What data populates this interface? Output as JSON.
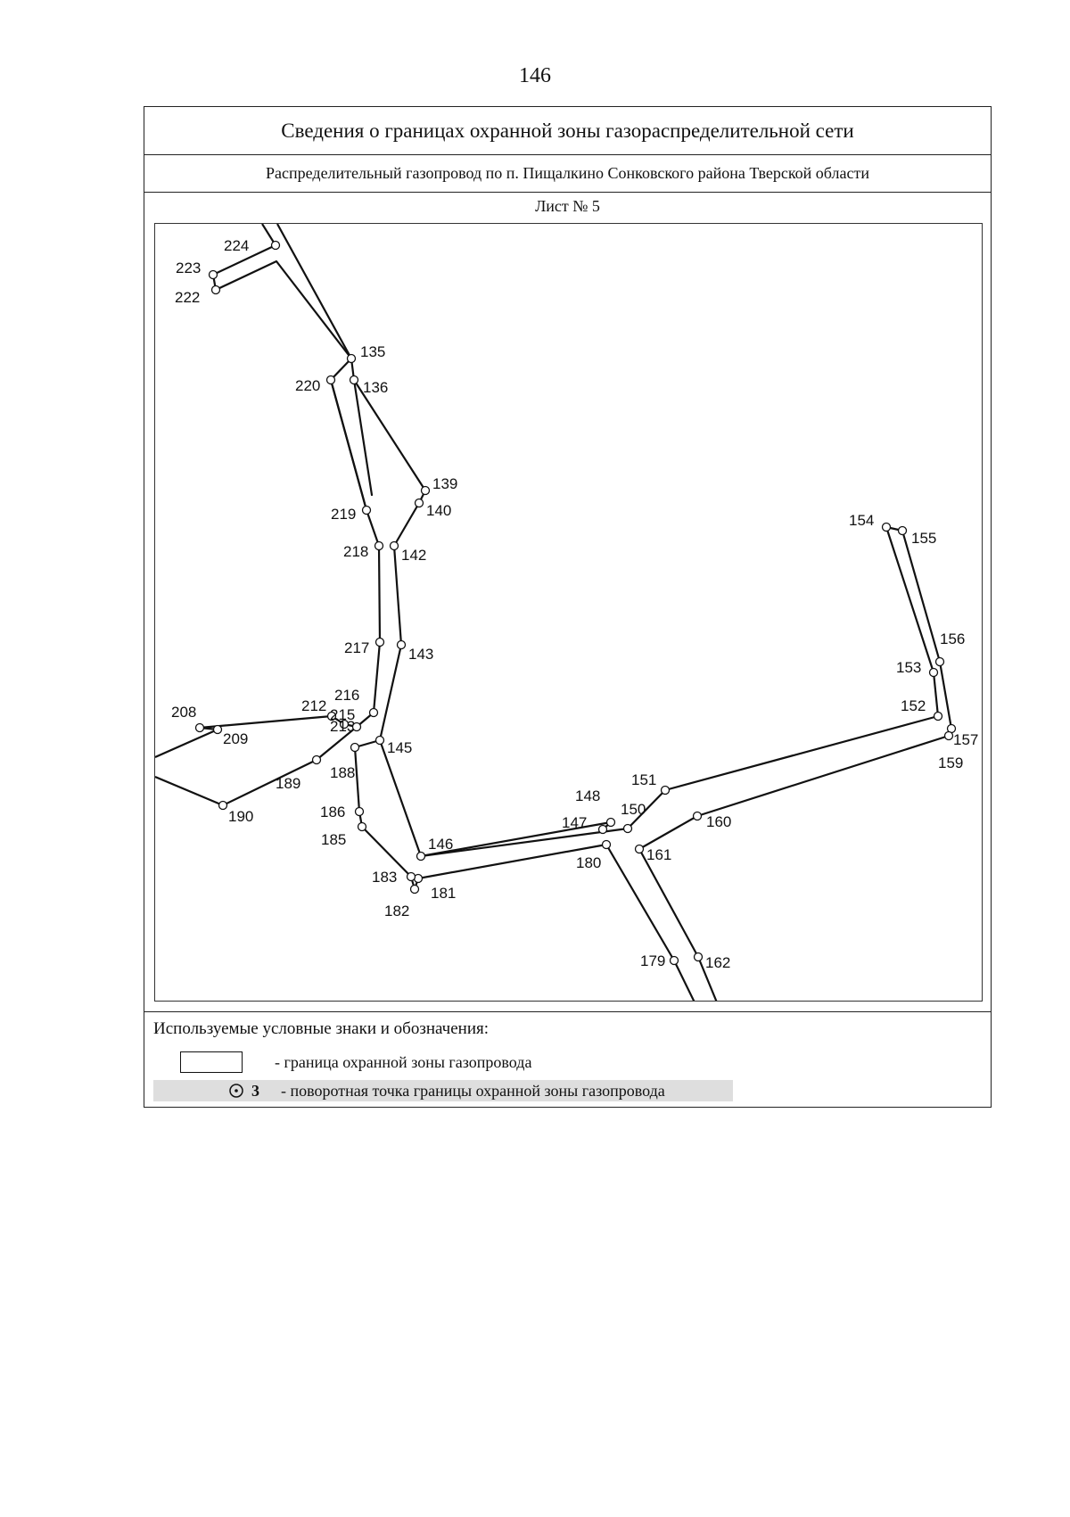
{
  "page": {
    "number": "146"
  },
  "header": {
    "title": "Сведения о границах охранной зоны газораспределительной сети",
    "subtitle": "Распределительный газопровод по п. Пищалкино Сонковского района Тверской области",
    "sheet": "Лист № 5"
  },
  "map": {
    "line_color": "#111111",
    "points": [
      {
        "id": "135",
        "label": "135"
      },
      {
        "id": "136",
        "label": "136"
      },
      {
        "id": "139",
        "label": "139"
      },
      {
        "id": "140",
        "label": "140"
      },
      {
        "id": "142",
        "label": "142"
      },
      {
        "id": "143",
        "label": "143"
      },
      {
        "id": "145",
        "label": "145"
      },
      {
        "id": "146",
        "label": "146"
      },
      {
        "id": "147",
        "label": "147"
      },
      {
        "id": "148",
        "label": "148"
      },
      {
        "id": "150",
        "label": "150"
      },
      {
        "id": "151",
        "label": "151"
      },
      {
        "id": "152",
        "label": "152"
      },
      {
        "id": "153",
        "label": "153"
      },
      {
        "id": "154",
        "label": "154"
      },
      {
        "id": "155",
        "label": "155"
      },
      {
        "id": "156",
        "label": "156"
      },
      {
        "id": "157",
        "label": "157"
      },
      {
        "id": "159",
        "label": "159"
      },
      {
        "id": "160",
        "label": "160"
      },
      {
        "id": "161",
        "label": "161"
      },
      {
        "id": "162",
        "label": "162"
      },
      {
        "id": "179",
        "label": "179"
      },
      {
        "id": "180",
        "label": "180"
      },
      {
        "id": "181",
        "label": "181"
      },
      {
        "id": "182",
        "label": "182"
      },
      {
        "id": "183",
        "label": "183"
      },
      {
        "id": "185",
        "label": "185"
      },
      {
        "id": "186",
        "label": "186"
      },
      {
        "id": "188",
        "label": "188"
      },
      {
        "id": "189",
        "label": "189"
      },
      {
        "id": "190",
        "label": "190"
      },
      {
        "id": "208",
        "label": "208"
      },
      {
        "id": "209",
        "label": "209"
      },
      {
        "id": "212",
        "label": "212"
      },
      {
        "id": "213",
        "label": "213"
      },
      {
        "id": "215",
        "label": "215"
      },
      {
        "id": "216",
        "label": "216"
      },
      {
        "id": "217",
        "label": "217"
      },
      {
        "id": "218",
        "label": "218"
      },
      {
        "id": "219",
        "label": "219"
      },
      {
        "id": "220",
        "label": "220"
      },
      {
        "id": "222",
        "label": "222"
      },
      {
        "id": "223",
        "label": "223"
      },
      {
        "id": "224",
        "label": "224"
      }
    ]
  },
  "legend": {
    "title": "Используемые условные знаки и обозначения:",
    "boundary_label": "- граница охранной зоны газопровода",
    "point_symbol_number": "3",
    "point_label": "- поворотная точка границы охранной зоны газопровода"
  }
}
